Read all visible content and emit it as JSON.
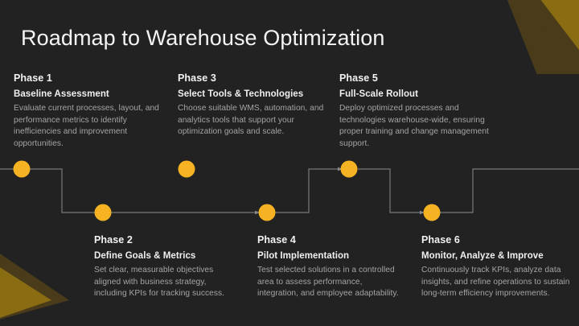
{
  "slide": {
    "title": "Roadmap to Warehouse Optimization",
    "background_color": "#222222",
    "accent_color": "#f5b324",
    "title_color": "#f4f4f4",
    "body_color": "#a5a5a5",
    "connector_color": "#7a7a7a",
    "deco_outer_color": "#4a3c1a",
    "deco_inner_color": "#8a6c12"
  },
  "phases": [
    {
      "number": "Phase 1",
      "heading": "Baseline Assessment",
      "body": "Evaluate current processes, layout, and performance metrics to identify inefficiencies and improvement opportunities."
    },
    {
      "number": "Phase 2",
      "heading": "Define Goals & Metrics",
      "body": "Set clear, measurable objectives aligned with business strategy, including KPIs for tracking success."
    },
    {
      "number": "Phase 3",
      "heading": "Select Tools & Technologies",
      "body": "Choose suitable WMS, automation, and analytics tools that support your optimization goals and scale."
    },
    {
      "number": "Phase 4",
      "heading": "Pilot Implementation",
      "body": "Test selected solutions in a controlled area to assess performance, integration, and employee adaptability."
    },
    {
      "number": "Phase 5",
      "heading": "Full-Scale Rollout",
      "body": "Deploy optimized processes and technologies warehouse-wide, ensuring proper training and change management support."
    },
    {
      "number": "Phase 6",
      "heading": "Monitor, Analyze & Improve",
      "body": "Continuously track KPIs, analyze data insights, and refine operations to sustain long-term efficiency improvements."
    }
  ]
}
